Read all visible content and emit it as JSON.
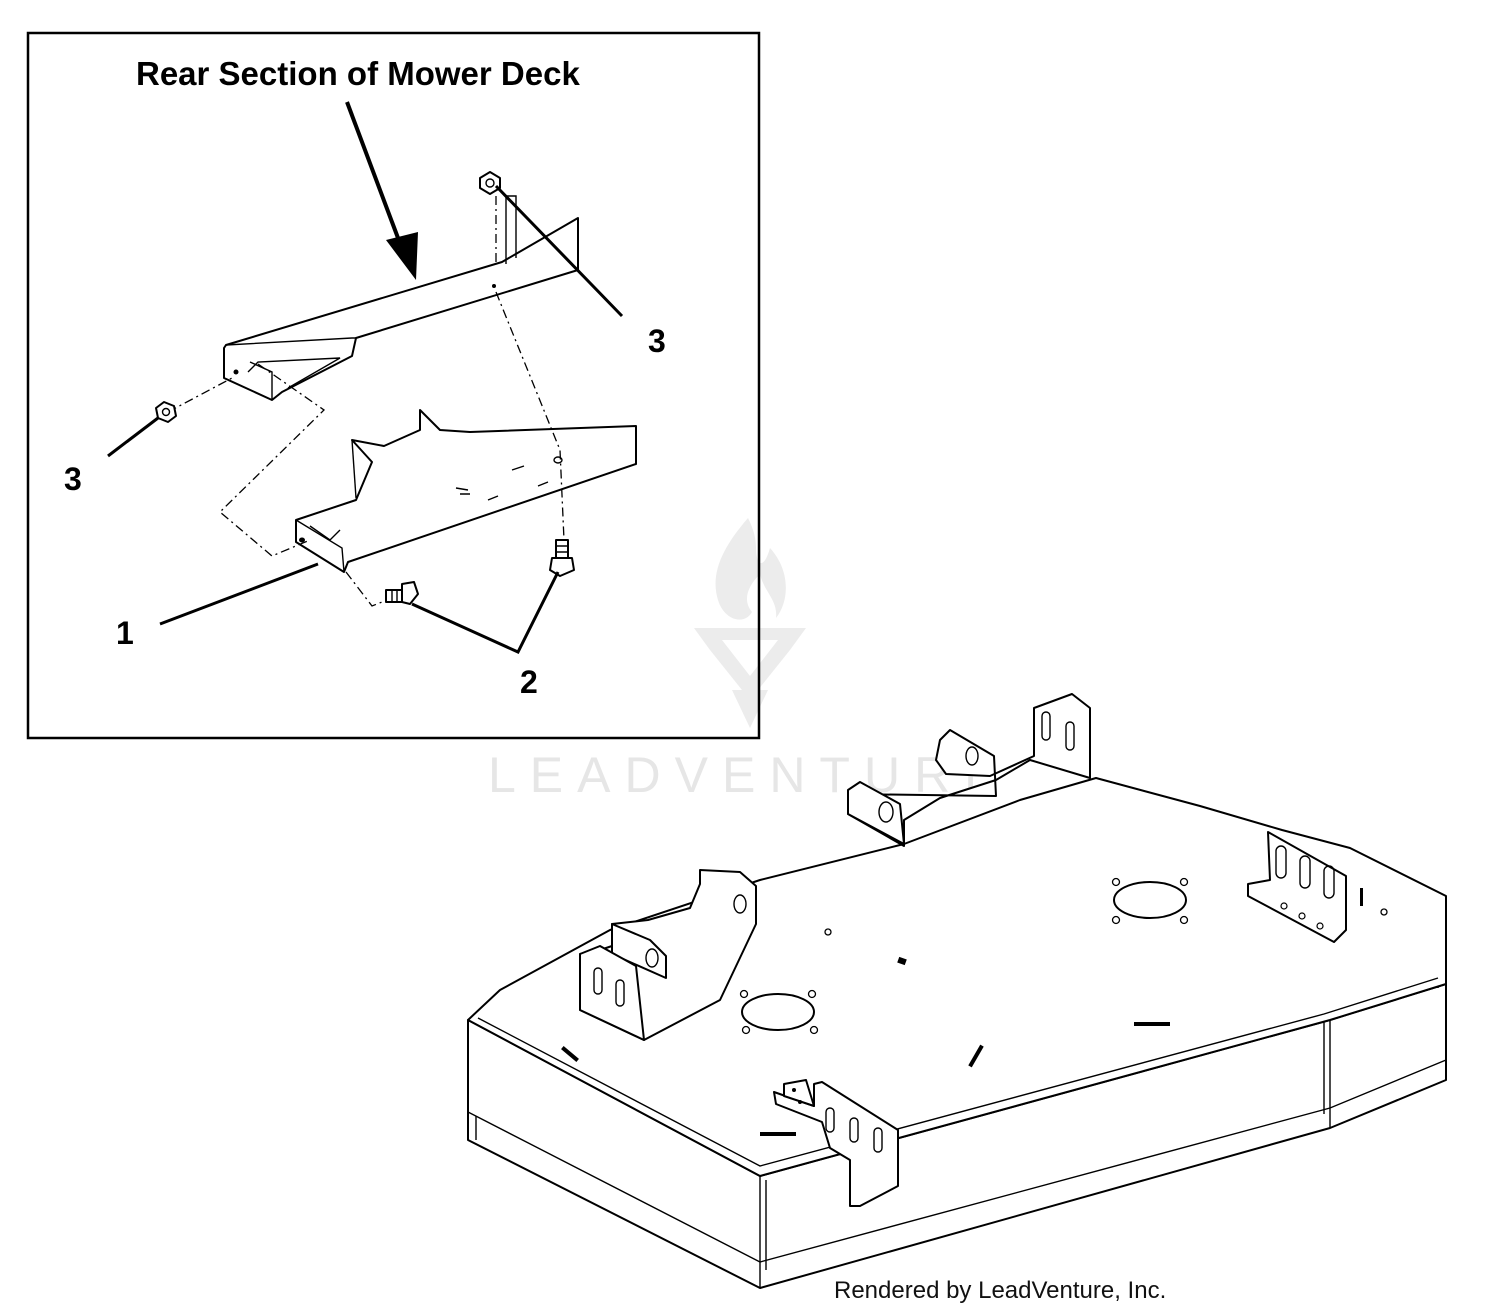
{
  "inset": {
    "title": "Rear Section of Mower Deck"
  },
  "callouts": [
    {
      "id": "callout-3-top",
      "label": "3"
    },
    {
      "id": "callout-3-left",
      "label": "3"
    },
    {
      "id": "callout-1",
      "label": "1"
    },
    {
      "id": "callout-2",
      "label": "2"
    }
  ],
  "watermark": {
    "text": "LEADVENTURE"
  },
  "footer": {
    "text": "Rendered by LeadVenture, Inc."
  }
}
